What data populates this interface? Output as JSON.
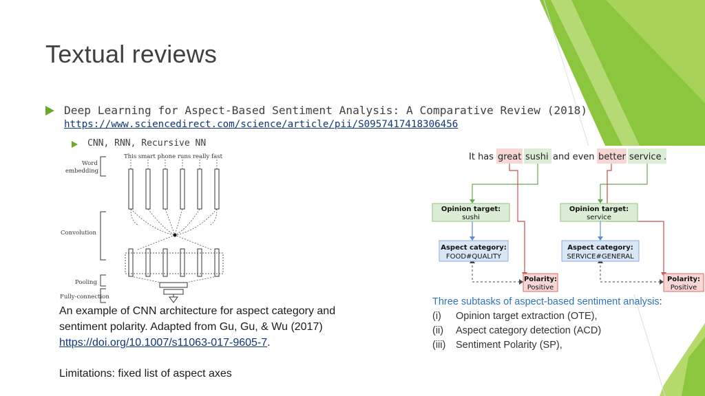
{
  "slide": {
    "title": "Textual reviews",
    "reference": {
      "text": "Deep Learning for Aspect-Based Sentiment Analysis: A Comparative Review (2018)",
      "url": "https://www.sciencedirect.com/science/article/pii/S0957417418306456"
    },
    "sub_bullet": "CNN, RNN, Recursive NN",
    "accent_colors": {
      "green_dark": "#8cc63f",
      "green_light": "#b5d96b",
      "bullet": "#6aaa2a",
      "link": "#10357a",
      "blue_text": "#2e74b5"
    }
  },
  "cnn_figure": {
    "sentence": "This smart phone runs really fast",
    "labels": {
      "word_embedding_1": "Word",
      "word_embedding_2": "embedding",
      "convolution": "Convolution",
      "pooling": "Pooling",
      "fully_connection": "Fully-connection"
    }
  },
  "caption_left": {
    "line1": "An example of CNN architecture for aspect category and",
    "line2": "sentiment polarity. Adapted from Gu, Gu, & Wu (2017)",
    "link": "https://doi.org/10.1007/s11063-017-9605-7",
    "period": "."
  },
  "limitations": "Limitations: fixed list of aspect axes",
  "absa_figure": {
    "sentence": {
      "w1": "It has",
      "w2": "great",
      "w3": "sushi",
      "w4": "and even",
      "w5": "better",
      "w6": "service",
      "w7": "."
    },
    "left": {
      "target_title": "Opinion target:",
      "target_value": "sushi",
      "category_title": "Aspect category:",
      "category_value": "FOOD#QUALITY",
      "polarity_title": "Polarity:",
      "polarity_value": "Positive"
    },
    "right": {
      "target_title": "Opinion target:",
      "target_value": "service",
      "category_title": "Aspect category:",
      "category_value": "SERVICE#GENERAL",
      "polarity_title": "Polarity:",
      "polarity_value": "Positive"
    }
  },
  "caption_right": {
    "heading": "Three subtasks of aspect-based sentiment analysis",
    "colon": ":",
    "items": [
      {
        "num": "(i)",
        "text": "Opinion target extraction (OTE),"
      },
      {
        "num": "(ii)",
        "text": "Aspect category detection (ACD)"
      },
      {
        "num": "(iii)",
        "text": "Sentiment Polarity (SP),"
      }
    ]
  }
}
